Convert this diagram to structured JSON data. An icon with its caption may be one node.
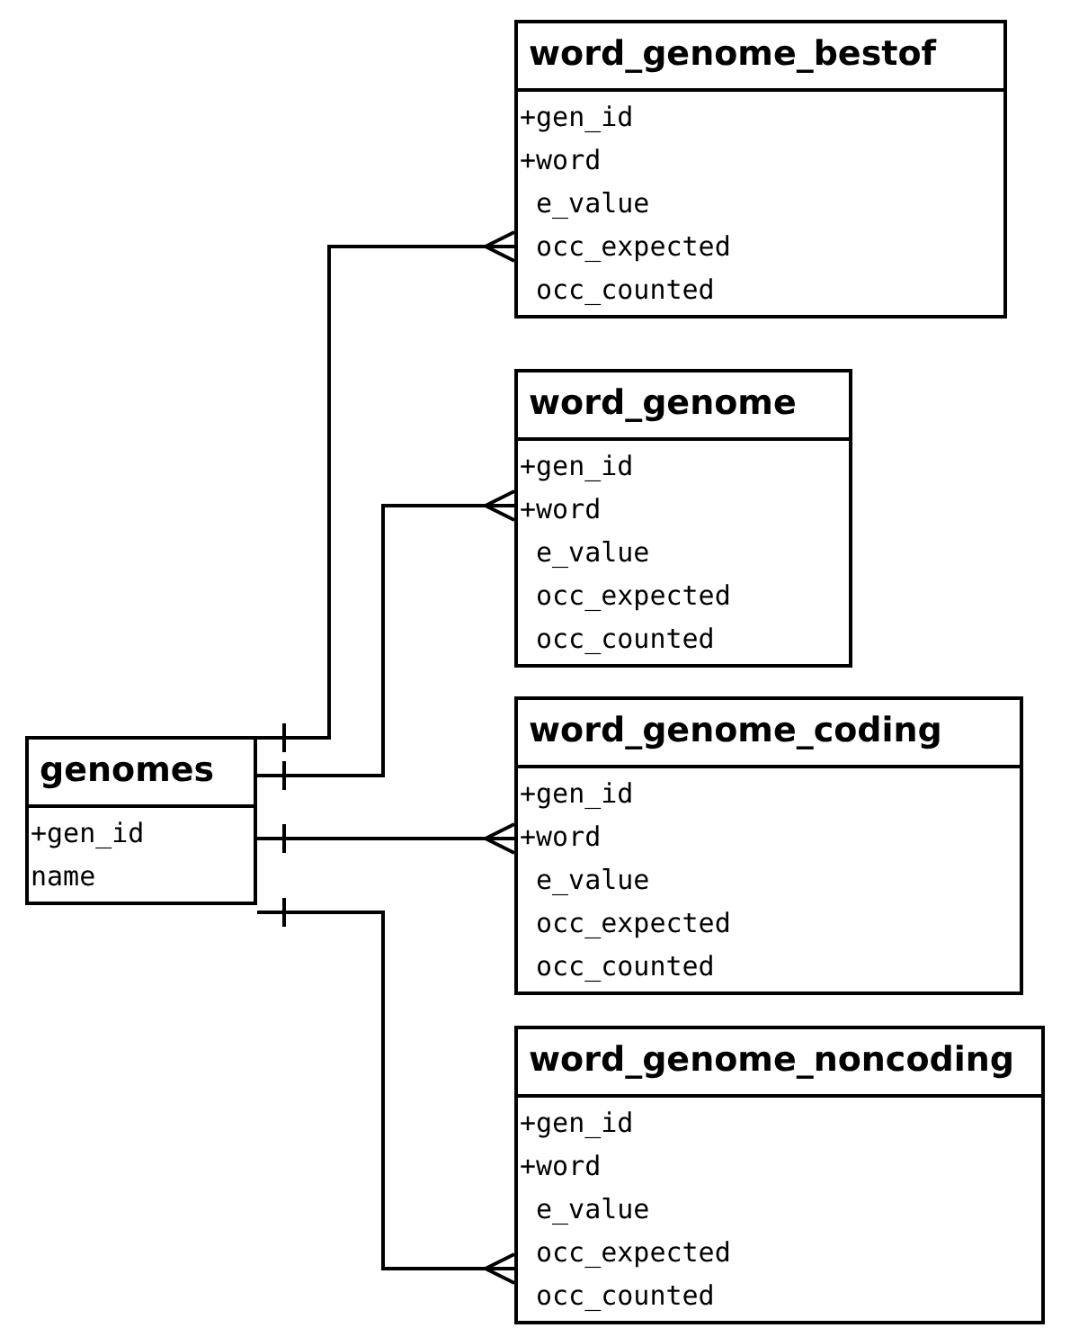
{
  "diagram": {
    "nodes": [
      {
        "text": [
          "word_genome_bestof",
          "+gen_id",
          "+word",
          "e_value",
          "occ_expected",
          "occ_counted"
        ]
      },
      {
        "text": [
          "word_genome",
          "+gen_id",
          "+word",
          "e_value",
          "occ_expected",
          "occ_counted"
        ]
      },
      {
        "text": [
          "genomes",
          "+gen_id",
          "name"
        ]
      },
      {
        "text": [
          "word_genome_coding",
          "+gen_id",
          "+word",
          "e_value",
          "occ_expected",
          "occ_counted"
        ]
      },
      {
        "text": [
          "word_genome_noncoding",
          "+gen_id",
          "+word",
          "e_value",
          "occ_expected",
          "occ_counted"
        ]
      }
    ],
    "edges": [
      {
        "from": 2,
        "to": 0,
        "arrow": "other"
      },
      {
        "from": 2,
        "to": 1,
        "arrow": "other"
      },
      {
        "from": 2,
        "to": 3,
        "arrow": "other"
      },
      {
        "from": 2,
        "to": 4,
        "arrow": "other"
      }
    ]
  }
}
